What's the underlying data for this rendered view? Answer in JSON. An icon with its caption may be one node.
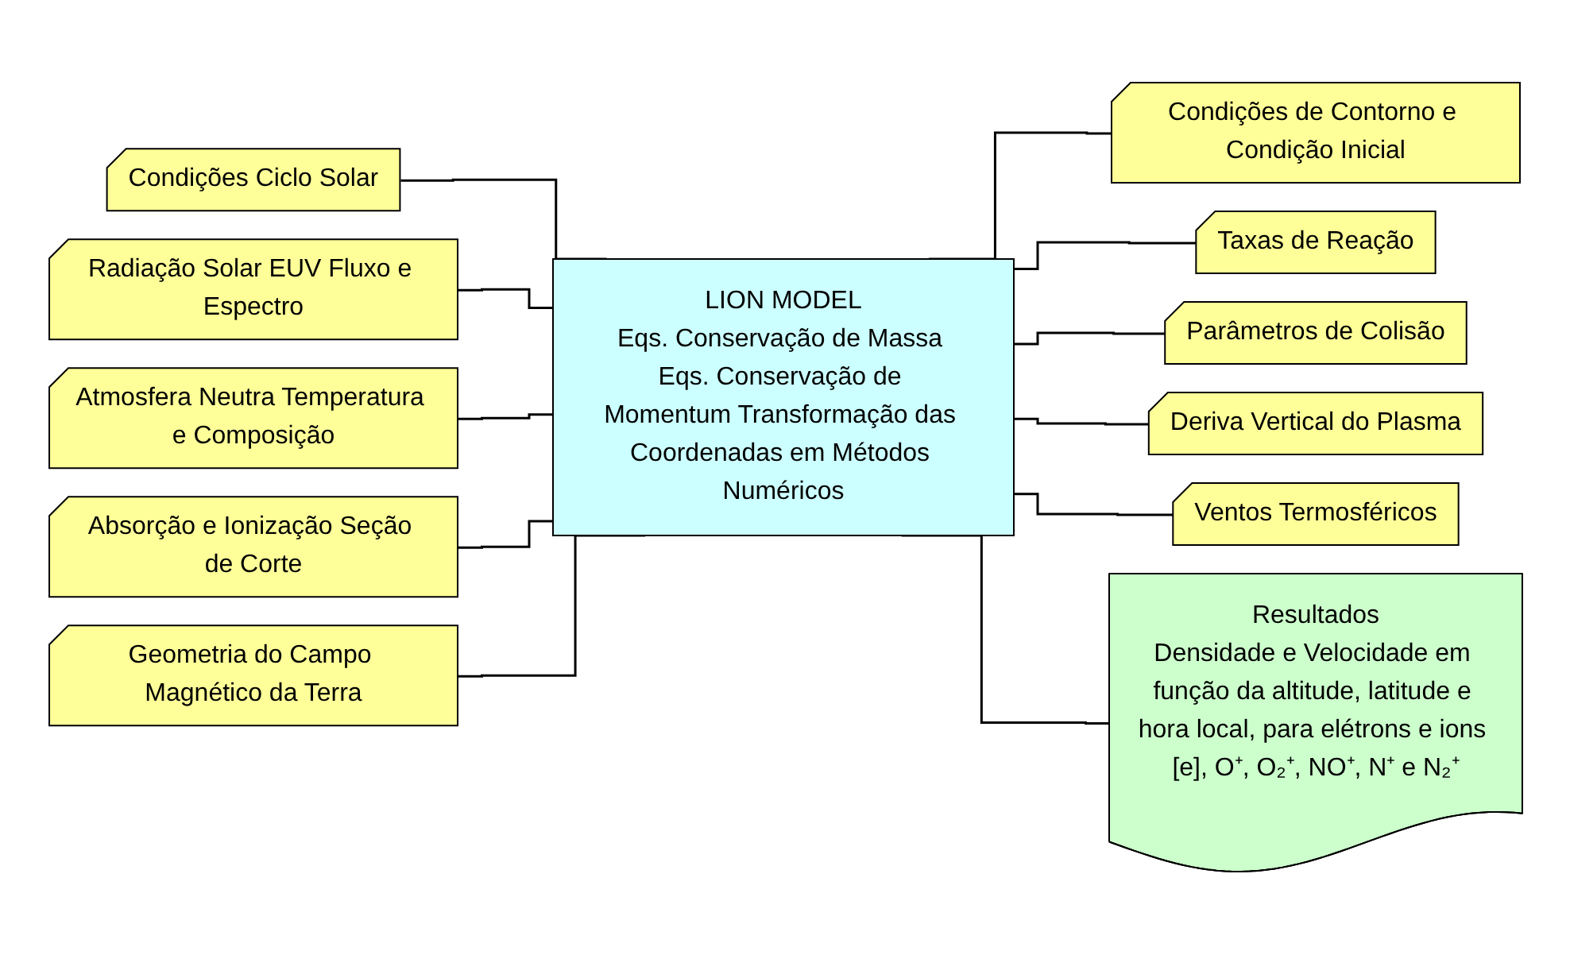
{
  "diagram": {
    "nodes": [
      {
        "text": [
          "LION MODEL",
          "Eqs. Conservação de Massa Eqs. Conservação de Momentum Transformação das Coordenadas em Métodos Numéricos"
        ]
      },
      {
        "text": [
          "Resultados",
          "Densidade e Velocidade em função da altitude, latitude e hora local, para elétrons e ions [e], O⁺, O₂⁺, NO⁺, N⁺ e N₂⁺"
        ]
      },
      {
        "text": [
          "Condições Ciclo Solar"
        ]
      },
      {
        "text": [
          "Radiação Solar EUV Fluxo e Espectro"
        ]
      },
      {
        "text": [
          "Atmosfera Neutra Temperatura e Composição"
        ]
      },
      {
        "text": [
          "Absorção e Ionização Seção de Corte"
        ]
      },
      {
        "text": [
          "Geometria do Campo Magnético da Terra"
        ]
      },
      {
        "text": [
          "Condições de Contorno e Condição Inicial"
        ]
      },
      {
        "text": [
          "Taxas de Reação"
        ]
      },
      {
        "text": [
          "Parâmetros de Colisão"
        ]
      },
      {
        "text": [
          "Deriva Vertical do Plasma"
        ]
      },
      {
        "text": [
          "Ventos Termosféricos"
        ]
      }
    ],
    "edges": [
      {
        "from": 2,
        "to": 0,
        "arrow": "none"
      },
      {
        "from": 3,
        "to": 0,
        "arrow": "none"
      },
      {
        "from": 4,
        "to": 0,
        "arrow": "none"
      },
      {
        "from": 5,
        "to": 0,
        "arrow": "none"
      },
      {
        "from": 6,
        "to": 0,
        "arrow": "none"
      },
      {
        "from": 0,
        "to": 7,
        "arrow": "none"
      },
      {
        "from": 0,
        "to": 8,
        "arrow": "none"
      },
      {
        "from": 0,
        "to": 9,
        "arrow": "none"
      },
      {
        "from": 0,
        "to": 10,
        "arrow": "none"
      },
      {
        "from": 0,
        "to": 11,
        "arrow": "none"
      },
      {
        "from": 0,
        "to": 1,
        "arrow": "none"
      }
    ]
  }
}
